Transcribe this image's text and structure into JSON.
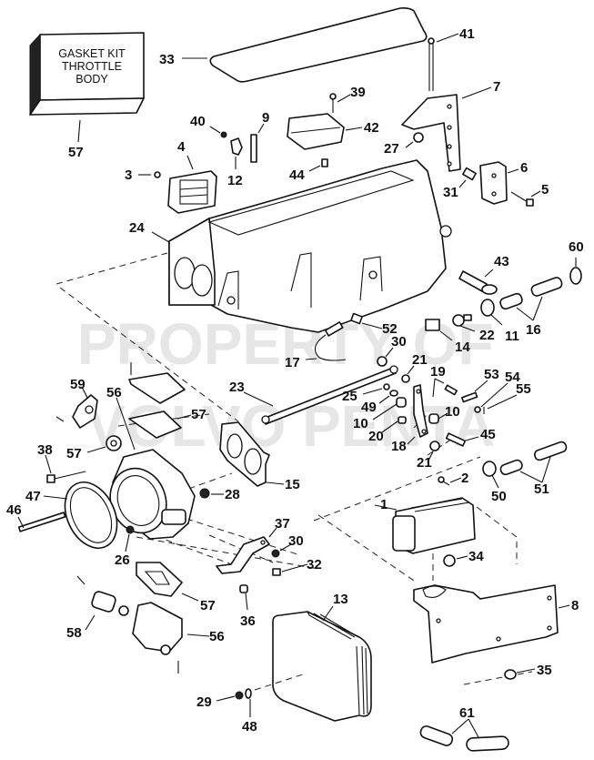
{
  "diagram": {
    "title": "Throttle Body / Intake Manifold Exploded Parts View",
    "watermark": [
      "PROPERTY OF",
      "VOLVO PENTA"
    ],
    "kit_box": {
      "lines": [
        "GASKET KIT",
        "THROTTLE",
        "BODY"
      ],
      "callout": "57"
    },
    "callouts": {
      "c1": "1",
      "c2": "2",
      "c3": "3",
      "c4": "4",
      "c5": "5",
      "c6": "6",
      "c7": "7",
      "c8": "8",
      "c9": "9",
      "c10a": "10",
      "c10b": "10",
      "c11": "11",
      "c12": "12",
      "c13": "13",
      "c14": "14",
      "c15": "15",
      "c16": "16",
      "c17": "17",
      "c18": "18",
      "c19": "19",
      "c20": "20",
      "c21a": "21",
      "c21b": "21",
      "c22": "22",
      "c23": "23",
      "c24": "24",
      "c25": "25",
      "c26": "26",
      "c27": "27",
      "c28": "28",
      "c29": "29",
      "c30a": "30",
      "c30b": "30",
      "c31": "31",
      "c32": "32",
      "c33": "33",
      "c34": "34",
      "c35": "35",
      "c36": "36",
      "c37": "37",
      "c38": "38",
      "c39": "39",
      "c40": "40",
      "c41": "41",
      "c42": "42",
      "c43": "43",
      "c44": "44",
      "c45": "45",
      "c46": "46",
      "c47": "47",
      "c48": "48",
      "c49": "49",
      "c50": "50",
      "c51": "51",
      "c52": "52",
      "c53": "53",
      "c54": "54",
      "c55": "55",
      "c56a": "56",
      "c56b": "56",
      "c57a": "57",
      "c57b": "57",
      "c57c": "57",
      "c58": "58",
      "c59": "59",
      "c60": "60",
      "c61": "61"
    }
  }
}
